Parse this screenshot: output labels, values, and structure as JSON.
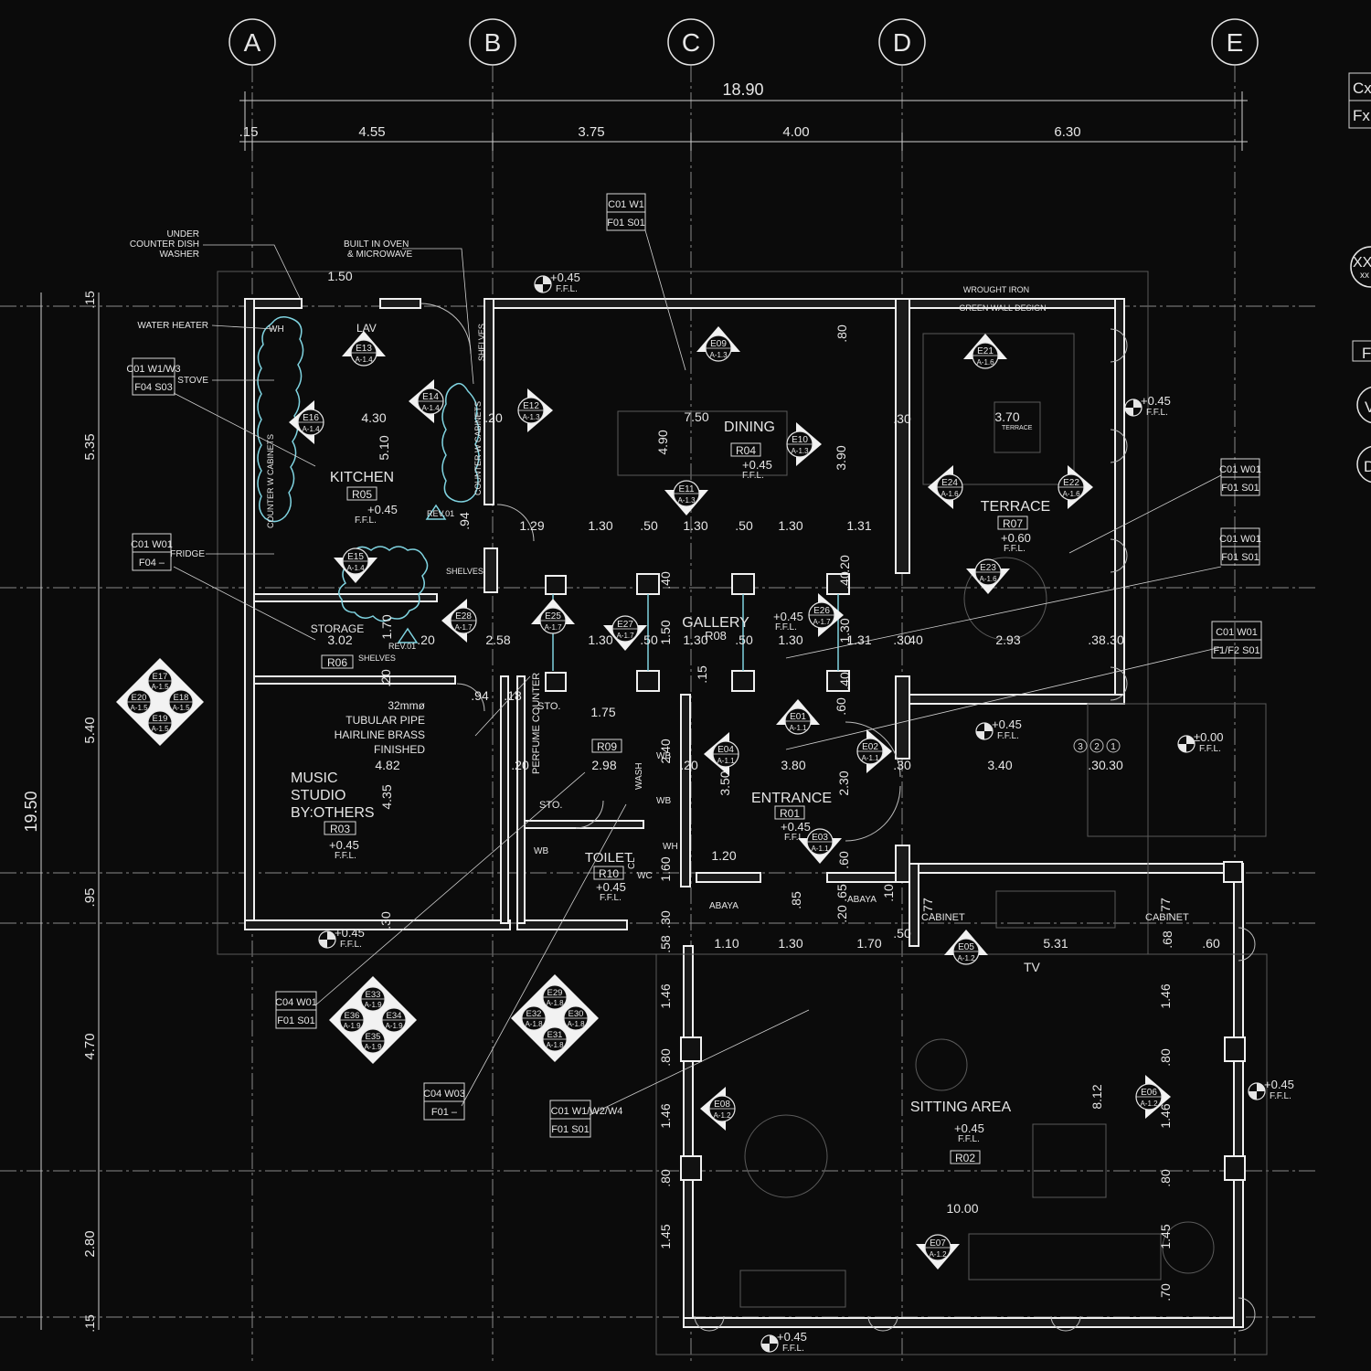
{
  "grid_labels": [
    "A",
    "B",
    "C",
    "D",
    "E"
  ],
  "dimensions_top": {
    "overall": "18.90",
    "segments": [
      ".15",
      "4.55",
      "3.75",
      "4.00",
      "6.30"
    ]
  },
  "dimensions_left": {
    "overall": "19.50",
    "segments": [
      ".15",
      "5.35",
      "5.40",
      ".95",
      "4.70",
      "2.80",
      ".15"
    ]
  },
  "rooms": [
    {
      "key": "kitchen",
      "name": "KITCHEN",
      "code": "R05",
      "level": "+0.45",
      "ffl": "F.F.L."
    },
    {
      "key": "dining",
      "name": "DINING",
      "code": "R04",
      "level": "+0.45",
      "ffl": "F.F.L."
    },
    {
      "key": "terrace",
      "name": "TERRACE",
      "code": "R07",
      "level": "+0.60",
      "ffl": "F.F.L."
    },
    {
      "key": "gallery",
      "name": "GALLERY",
      "code": "R08",
      "level": "+0.45",
      "ffl": "F.F.L."
    },
    {
      "key": "storage",
      "name": "STORAGE",
      "code": "R06"
    },
    {
      "key": "music",
      "name": "MUSIC\nSTUDIO\nBY:OTHERS",
      "lines": [
        "MUSIC",
        "STUDIO",
        "BY:OTHERS"
      ],
      "code": "R03",
      "level": "+0.45",
      "ffl": "F.F.L."
    },
    {
      "key": "perfume",
      "name": "PERFUME COUNTER",
      "code": "R09"
    },
    {
      "key": "toilet",
      "name": "TOILET",
      "code": "R10",
      "level": "+0.45",
      "ffl": "F.F.L."
    },
    {
      "key": "entrance",
      "name": "ENTRANCE",
      "code": "R01",
      "level": "+0.45",
      "ffl": "F.F.L."
    },
    {
      "key": "sitting",
      "name": "SITTING AREA",
      "code": "R02",
      "level": "+0.45",
      "ffl": "F.F.L."
    }
  ],
  "notes": {
    "dishwasher": [
      "UNDER",
      "COUNTER DISH",
      "WASHER"
    ],
    "oven": [
      "BUILT IN OVEN",
      "& MICROWAVE"
    ],
    "water_heater": "WATER HEATER",
    "stove": "STOVE",
    "fridge": "FRIDGE",
    "lav": "LAV",
    "wh": "WH",
    "shelves": "SHELVES",
    "counter_cabinets": "COUNTER W CABINETS",
    "wrought_iron": [
      "WROUGHT IRON",
      "GREEN WALL DESIGN"
    ],
    "pipe": [
      "32mmø",
      "TUBULAR PIPE",
      "HAIRLINE BRASS",
      "FINISHED"
    ],
    "sto": "STO.",
    "wash": "WASH",
    "wb": "WB",
    "wc": "WC",
    "cl": "CL",
    "abaya": "ABAYA",
    "cabinet": "CABINET",
    "tv": "TV",
    "rev": "REV.01",
    "terrace_small": "TERRACE"
  },
  "finish_tags": [
    {
      "key": "t1",
      "top": "C01  W1",
      "bottom": "F01 S01"
    },
    {
      "key": "t2",
      "top": "C01  W1/W3",
      "bottom": "F04 S03"
    },
    {
      "key": "t3",
      "top": "C01 W01",
      "bottom": "F04  –"
    },
    {
      "key": "t4",
      "top": "C01 W01",
      "bottom": "F01 S01"
    },
    {
      "key": "t5",
      "top": "C01 W01",
      "bottom": "F01 S01"
    },
    {
      "key": "t6",
      "top": "C01 W01",
      "bottom": "F1/F2 S01"
    },
    {
      "key": "t7",
      "top": "C04 W01",
      "bottom": "F01 S01"
    },
    {
      "key": "t8",
      "top": "C04 W03",
      "bottom": "F01  –"
    },
    {
      "key": "t9",
      "top": "C01 W1/W2/W4",
      "bottom": "F01 S01"
    }
  ],
  "elevation_markers": [
    {
      "id": "E13",
      "ref": "A-1.4"
    },
    {
      "id": "E14",
      "ref": "A-1.4"
    },
    {
      "id": "E16",
      "ref": "A-1.4"
    },
    {
      "id": "E15",
      "ref": "A-1.4"
    },
    {
      "id": "E12",
      "ref": "A-1.3"
    },
    {
      "id": "E09",
      "ref": "A-1.3"
    },
    {
      "id": "E10",
      "ref": "A-1.3"
    },
    {
      "id": "E11",
      "ref": "A-1.3"
    },
    {
      "id": "E21",
      "ref": "A-1.6"
    },
    {
      "id": "E24",
      "ref": "A-1.6"
    },
    {
      "id": "E22",
      "ref": "A-1.6"
    },
    {
      "id": "E23",
      "ref": "A-1.6"
    },
    {
      "id": "E28",
      "ref": "A-1.7"
    },
    {
      "id": "E25",
      "ref": "A-1.7"
    },
    {
      "id": "E27",
      "ref": "A-1.7"
    },
    {
      "id": "E26",
      "ref": "A-1.7"
    },
    {
      "id": "E01",
      "ref": "A-1.1"
    },
    {
      "id": "E04",
      "ref": "A-1.1"
    },
    {
      "id": "E02",
      "ref": "A-1.1"
    },
    {
      "id": "E03",
      "ref": "A-1.1"
    },
    {
      "id": "E05",
      "ref": "A-1.2"
    },
    {
      "id": "E06",
      "ref": "A-1.2"
    },
    {
      "id": "E07",
      "ref": "A-1.2"
    },
    {
      "id": "E08",
      "ref": "A-1.2"
    }
  ],
  "diamond_groups": [
    {
      "key": "g1",
      "items": [
        {
          "id": "E17",
          "ref": "A-1.5"
        },
        {
          "id": "E20",
          "ref": "A-1.5"
        },
        {
          "id": "E18",
          "ref": "A-1.5"
        },
        {
          "id": "E19",
          "ref": "A-1.5"
        }
      ]
    },
    {
      "key": "g2",
      "items": [
        {
          "id": "E33",
          "ref": "A-1.9"
        },
        {
          "id": "E36",
          "ref": "A-1.9"
        },
        {
          "id": "E34",
          "ref": "A-1.9"
        },
        {
          "id": "E35",
          "ref": "A-1.9"
        }
      ]
    },
    {
      "key": "g3",
      "items": [
        {
          "id": "E29",
          "ref": "A-1.8"
        },
        {
          "id": "E32",
          "ref": "A-1.8"
        },
        {
          "id": "E30",
          "ref": "A-1.8"
        },
        {
          "id": "E31",
          "ref": "A-1.8"
        }
      ]
    }
  ],
  "levels": {
    "plus045": "+0.45",
    "zero": "±0.00",
    "ffl": "F.F.L."
  },
  "inner_dimensions": {
    "d150": "1.50",
    "d430": "4.30",
    "d510": "5.10",
    "d750": "7.50",
    "d490": "4.90",
    "d390": "3.90",
    "d80": ".80",
    "d370": "3.70",
    "d129": "1.29",
    "d130": "1.30",
    "d50": ".50",
    "d131": "1.31",
    "d20": ".20",
    "d302": "3.02",
    "d258": "2.58",
    "d40": ".40",
    "d293": "2.93",
    "d38": ".38",
    "d30": ".30",
    "d94": ".94",
    "d18": ".18",
    "d175": "1.75",
    "d482": "4.82",
    "d435": "4.35",
    "d298": "2.98",
    "d240": "2.40",
    "d350": "3.50",
    "d380": "3.80",
    "d340": "3.40",
    "d230": "2.30",
    "d60": ".60",
    "d120": "1.20",
    "d160": "1.60",
    "d85": ".85",
    "d65": ".65",
    "d10": ".10",
    "d77": ".77",
    "d110": "1.10",
    "d170": "1.70",
    "d531": "5.31",
    "d68": ".68",
    "d58": ".58",
    "d146": "1.46",
    "d812": "8.12",
    "d1000": "10.00",
    "d145": "1.45",
    "d70": ".70",
    "d15": ".15"
  },
  "legend_fragments": [
    "Cx",
    "Fx",
    "XX",
    "xx",
    "F",
    "V",
    "D"
  ],
  "detail_numbers": [
    "3",
    "2",
    "1"
  ]
}
